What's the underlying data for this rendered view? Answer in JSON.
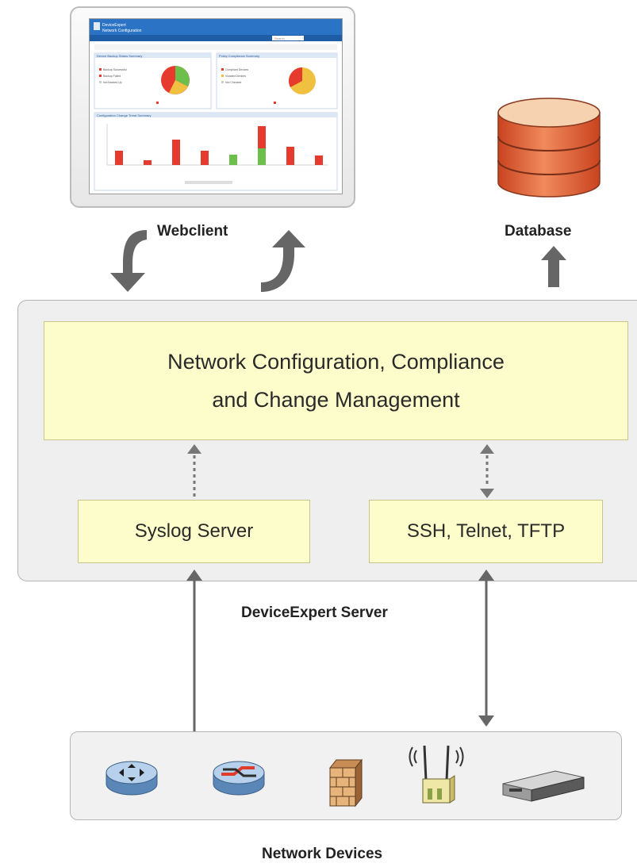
{
  "webclient": {
    "label": "Webclient",
    "screen": {
      "app_title_line1": "DeviceExpert",
      "app_title_line2": "Network Configuration",
      "search_placeholder": "Search",
      "panel1_title": "Device Backup Status Summary",
      "panel2_title": "Policy Compliance Summary",
      "panel3_title": "Configuration Change Trend Summary",
      "legend1_items": [
        "Backup Successful",
        "Backup Failed",
        "Not Backed Up"
      ],
      "legend2_items": [
        "Compliant Devices",
        "Violated Devices",
        "Not Checked"
      ]
    }
  },
  "database": {
    "label": "Database"
  },
  "server": {
    "label": "DeviceExpert Server",
    "ncm_line1": "Network Configuration, Compliance",
    "ncm_line2": "and Change Management",
    "syslog_label": "Syslog Server",
    "protocols_label": "SSH, Telnet, TFTP"
  },
  "devices": {
    "label": "Network Devices",
    "icons": [
      "router-icon",
      "switch-icon",
      "firewall-icon",
      "wireless-access-point-icon",
      "server-appliance-icon"
    ]
  },
  "colors": {
    "box_fill": "#fdfdcb",
    "panel_fill": "#efefef",
    "arrow": "#666666",
    "db_top": "#f7d2b1",
    "db_body": "#e36c3f"
  }
}
